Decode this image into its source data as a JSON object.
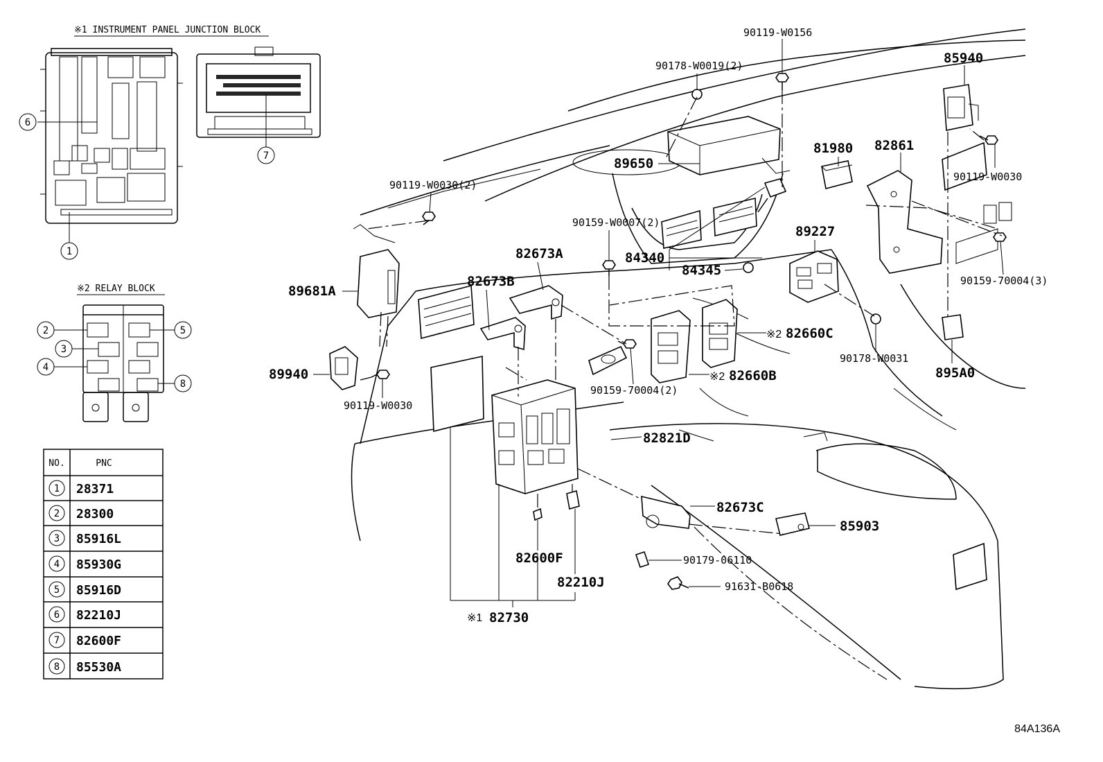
{
  "legend_titles": {
    "junction_block": "※1 INSTRUMENT PANEL JUNCTION BLOCK",
    "relay_block": "※2 RELAY BLOCK"
  },
  "table": {
    "headers": [
      "NO.",
      "PNC"
    ],
    "rows": [
      {
        "no": "1",
        "pnc": "28371"
      },
      {
        "no": "2",
        "pnc": "28300"
      },
      {
        "no": "3",
        "pnc": "85916L"
      },
      {
        "no": "4",
        "pnc": "85930G"
      },
      {
        "no": "5",
        "pnc": "85916D"
      },
      {
        "no": "6",
        "pnc": "82210J"
      },
      {
        "no": "7",
        "pnc": "82600F"
      },
      {
        "no": "8",
        "pnc": "85530A"
      }
    ]
  },
  "callouts": [
    "1",
    "2",
    "3",
    "4",
    "5",
    "6",
    "7",
    "8"
  ],
  "labels": {
    "p90119_w0156": "90119-W0156",
    "p90178_w0019": "90178-W0019(2)",
    "p85940": "85940",
    "p81980": "81980",
    "p82861": "82861",
    "p90119_w0030_r": "90119-W0030",
    "p89650": "89650",
    "p90119_w0030_2": "90119-W0030(2)",
    "p90159_w0007": "90159-W0007(2)",
    "p89227": "89227",
    "p84340": "84340",
    "p84345": "84345",
    "p90159_70004_3": "90159-70004(3)",
    "p82673a": "82673A",
    "p82673b": "82673B",
    "p89681a": "89681A",
    "mark2_c": "※2",
    "p82660c": "82660C",
    "p90178_w0031": "90178-W0031",
    "p89940": "89940",
    "mark2_b": "※2",
    "p82660b": "82660B",
    "p90159_70004_2": "90159-70004(2)",
    "p895a0": "895A0",
    "p90119_w0030_l": "90119-W0030",
    "p82821d": "82821D",
    "p82673c": "82673C",
    "p85903": "85903",
    "p90179_06110": "90179-06110",
    "p82600f": "82600F",
    "p82210j": "82210J",
    "p91631_b0618": "91631-B0618",
    "mark1": "※1",
    "p82730": "82730"
  },
  "figure_ref": "84A136A"
}
